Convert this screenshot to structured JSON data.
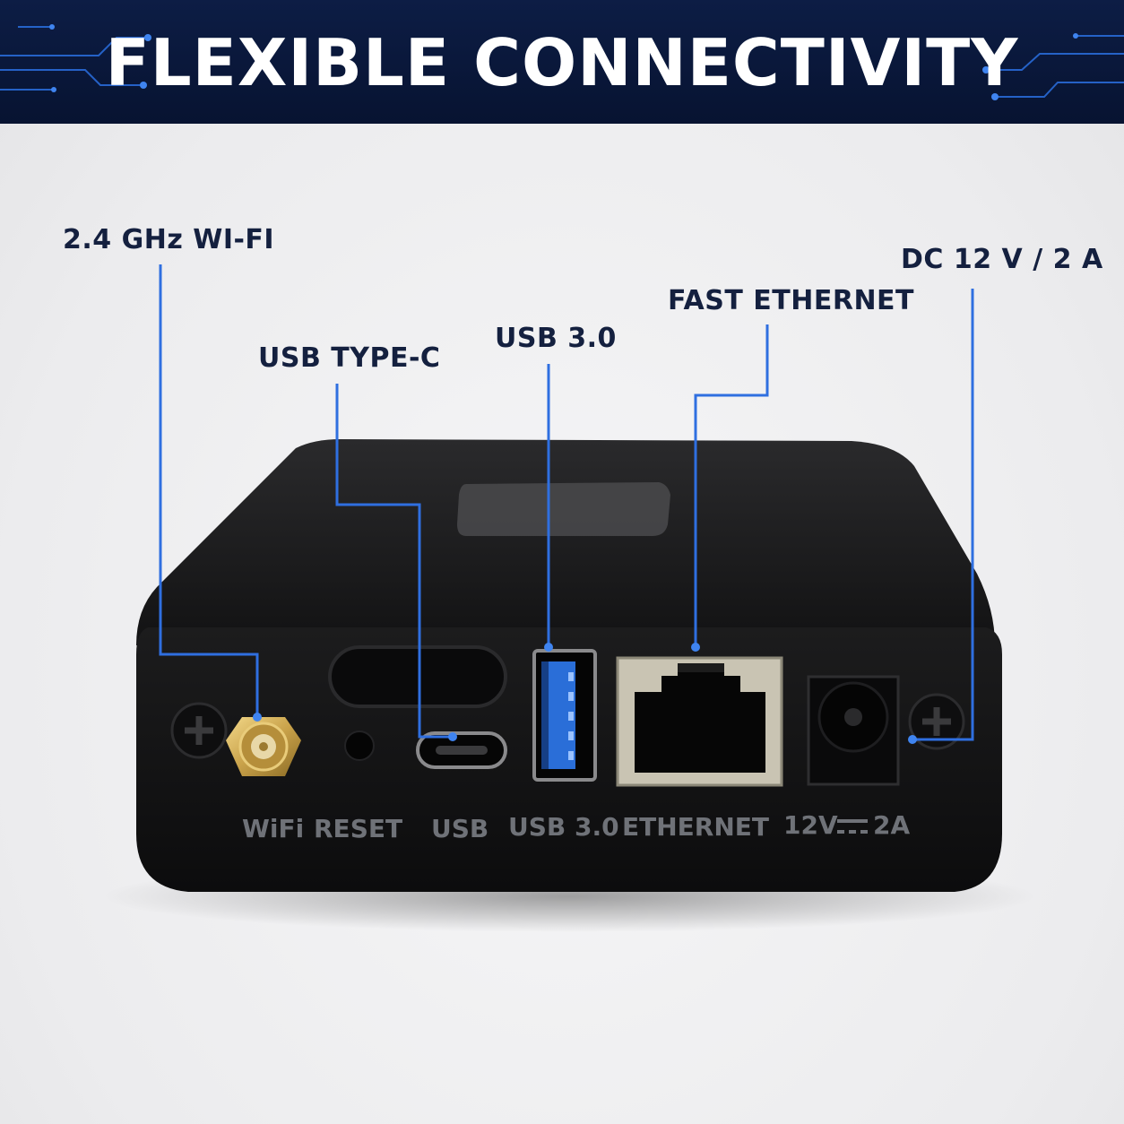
{
  "banner": {
    "title": "FLEXIBLE CONNECTIVITY"
  },
  "callouts": {
    "wifi": "2.4 GHz WI-FI",
    "usb_c": "USB TYPE-C",
    "usb3": "USB 3.0",
    "ethernet": "FAST ETHERNET",
    "dc": "DC 12 V / 2 A"
  },
  "port_labels": {
    "wifi": "WiFi",
    "reset": "RESET",
    "usb": "USB",
    "usb3": "USB 3.0",
    "ethernet": "ETHERNET",
    "power_v": "12V",
    "power_a": "2A"
  },
  "colors": {
    "banner": "#0b1a3f",
    "accent_line": "#2f6fe0",
    "device": "#151516",
    "usb3_blue": "#2a6ed8"
  }
}
